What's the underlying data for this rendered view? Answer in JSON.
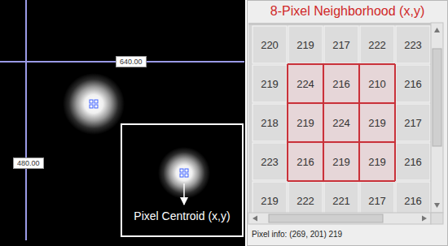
{
  "diagram": {
    "nodes": [
      {
        "text": [
          "640.00"
        ]
      },
      {
        "text": [
          "480.00"
        ]
      },
      {
        "text": [
          "Pixel Centroid (x,y)"
        ]
      },
      {
        "text": [
          "8-Pixel Neighborhood (x,y)",
          "Pixel info: (269, 201) 219"
        ]
      }
    ],
    "labels": [
      "220",
      "219",
      "217",
      "222",
      "223",
      "219",
      "224",
      "216",
      "210",
      "216",
      "218",
      "219",
      "224",
      "219",
      "217",
      "223",
      "216",
      "219",
      "219",
      "216",
      "219",
      "222",
      "221",
      "217",
      "216"
    ]
  }
}
